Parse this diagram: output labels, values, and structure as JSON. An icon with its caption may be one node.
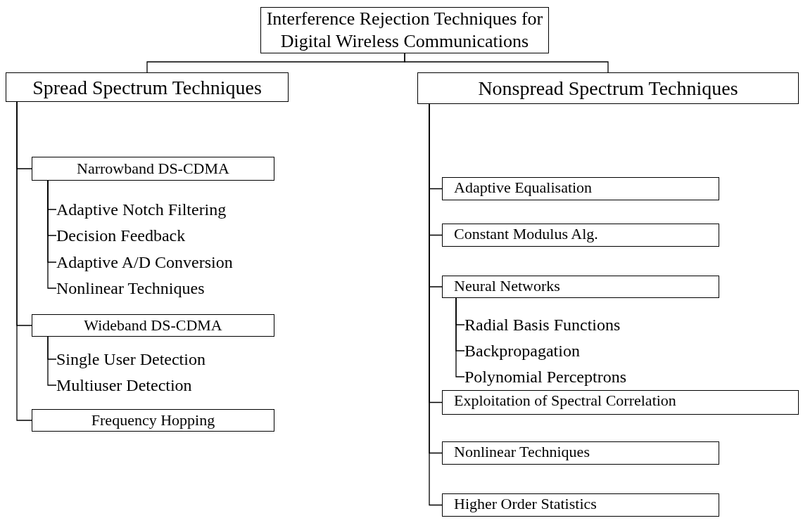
{
  "diagram": {
    "nodes": [
      {
        "text": [
          "Interference Rejection Techniques for Digital Wireless Communications"
        ]
      },
      {
        "text": [
          "Spread Spectrum Techniques"
        ]
      },
      {
        "text": [
          "Nonspread Spectrum Techniques"
        ]
      },
      {
        "text": [
          "Narrowband DS-CDMA"
        ]
      },
      {
        "text": [
          "Adaptive Notch Filtering"
        ]
      },
      {
        "text": [
          "Decision Feedback"
        ]
      },
      {
        "text": [
          "Adaptive A/D Conversion"
        ]
      },
      {
        "text": [
          "Nonlinear Techniques"
        ]
      },
      {
        "text": [
          "Wideband DS-CDMA"
        ]
      },
      {
        "text": [
          "Single User Detection"
        ]
      },
      {
        "text": [
          "Multiuser Detection"
        ]
      },
      {
        "text": [
          "Frequency Hopping"
        ]
      },
      {
        "text": [
          "Adaptive Equalisation"
        ]
      },
      {
        "text": [
          "Constant Modulus Alg."
        ]
      },
      {
        "text": [
          "Neural Networks"
        ]
      },
      {
        "text": [
          "Radial Basis Functions"
        ]
      },
      {
        "text": [
          "Backpropagation"
        ]
      },
      {
        "text": [
          "Polynomial Perceptrons"
        ]
      },
      {
        "text": [
          "Exploitation of Spectral Correlation"
        ]
      },
      {
        "text": [
          "Nonlinear Techniques"
        ]
      },
      {
        "text": [
          "Higher Order Statistics"
        ]
      }
    ],
    "edges": [
      {
        "from": 0,
        "to": 1,
        "arrow": "none"
      },
      {
        "from": 0,
        "to": 2,
        "arrow": "none"
      },
      {
        "from": 1,
        "to": 3,
        "arrow": "none"
      },
      {
        "from": 3,
        "to": 4,
        "arrow": "none"
      },
      {
        "from": 3,
        "to": 5,
        "arrow": "none"
      },
      {
        "from": 3,
        "to": 6,
        "arrow": "none"
      },
      {
        "from": 3,
        "to": 7,
        "arrow": "none"
      },
      {
        "from": 1,
        "to": 8,
        "arrow": "none"
      },
      {
        "from": 8,
        "to": 9,
        "arrow": "none"
      },
      {
        "from": 8,
        "to": 10,
        "arrow": "none"
      },
      {
        "from": 1,
        "to": 11,
        "arrow": "none"
      },
      {
        "from": 2,
        "to": 12,
        "arrow": "none"
      },
      {
        "from": 2,
        "to": 13,
        "arrow": "none"
      },
      {
        "from": 2,
        "to": 14,
        "arrow": "none"
      },
      {
        "from": 14,
        "to": 15,
        "arrow": "none"
      },
      {
        "from": 14,
        "to": 16,
        "arrow": "none"
      },
      {
        "from": 14,
        "to": 17,
        "arrow": "none"
      },
      {
        "from": 2,
        "to": 18,
        "arrow": "none"
      },
      {
        "from": 2,
        "to": 19,
        "arrow": "none"
      },
      {
        "from": 2,
        "to": 20,
        "arrow": "none"
      }
    ]
  }
}
